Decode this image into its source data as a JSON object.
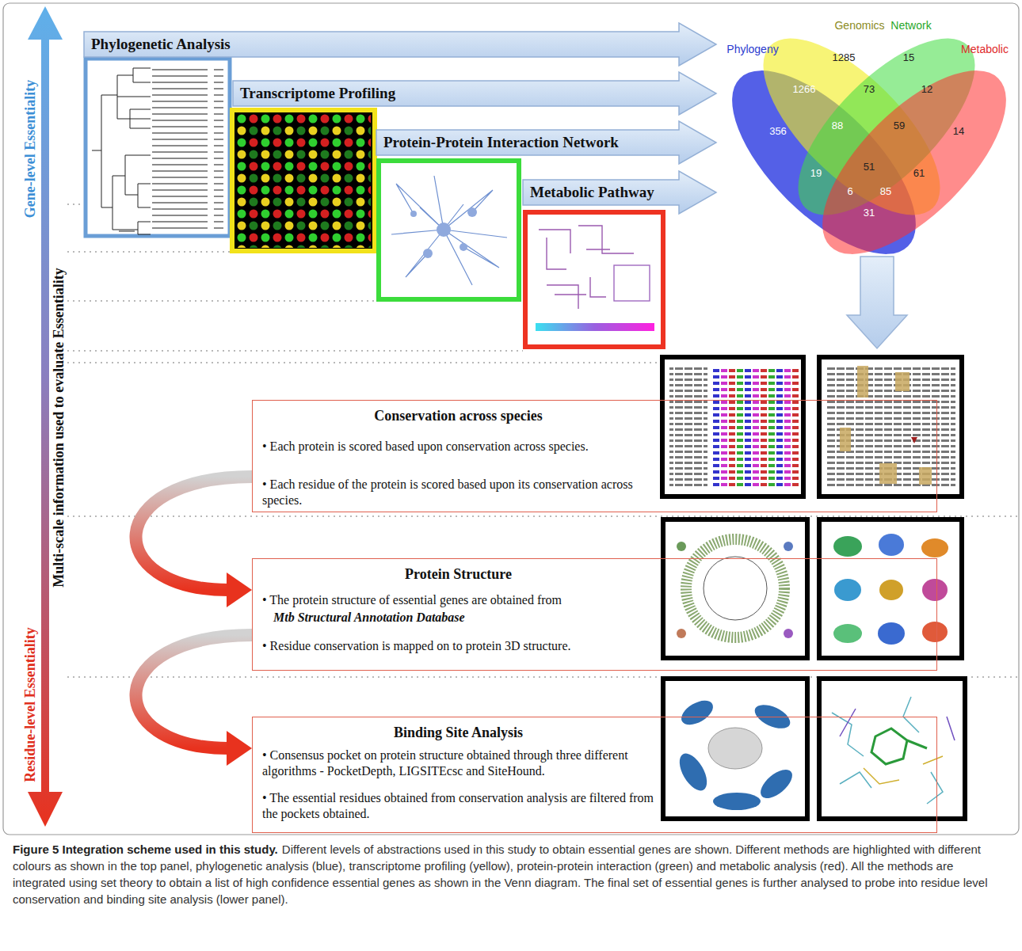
{
  "diagram": {
    "title": "Figure 5 Integration scheme used in this study.",
    "caption": "Different levels of abstractions used in this study to obtain essential genes are shown. Different methods are highlighted with different colours as shown in the top panel, phylogenetic analysis (blue), transcriptome profiling (yellow), protein-protein interaction (green) and metabolic analysis (red). All the methods are integrated using set theory to obtain a list of high confidence essential genes as shown in the Venn diagram. The final set of essential genes is further analysed to probe into residue level conservation and binding site analysis (lower panel).",
    "nodes": [
      {
        "text": [
          "Phylogenetic Analysis"
        ]
      },
      {
        "text": [
          "Transcriptome Profiling"
        ]
      },
      {
        "text": [
          "Protein-Protein Interaction Network"
        ]
      },
      {
        "text": [
          "Metabolic Pathway"
        ]
      },
      {
        "text": [
          "Conservation across species",
          "• Each protein is scored based upon conservation across species.",
          "• Each residue of the protein is scored based upon its conservation across species."
        ]
      },
      {
        "text": [
          "Protein Structure",
          "• The protein structure of essential genes are obtained from",
          "Mtb Structural Annotation Database",
          "• Residue conservation is mapped on to protein 3D structure."
        ]
      },
      {
        "text": [
          "Binding Site Analysis",
          "• Consensus pocket on protein structure obtained through three different algorithms - PocketDepth, LIGSITEcsc and SiteHound.",
          "• The essential residues obtained from conservation analysis are filtered from the pockets obtained."
        ]
      }
    ],
    "edges": [
      {
        "from": 4,
        "to": 5,
        "arrow": "to"
      },
      {
        "from": 5,
        "to": 6,
        "arrow": "to"
      }
    ],
    "labels": [
      "Gene-level Essentiality",
      "Multi-scale information used to evaluate Essentiality",
      "Residue-level Essentiality",
      "Phylogeny",
      "Genomics",
      "Network",
      "Metabolic",
      "1285",
      "15",
      "1266",
      "73",
      "12",
      "356",
      "88",
      "59",
      "14",
      "51",
      "19",
      "61",
      "6",
      "85",
      "31"
    ]
  }
}
